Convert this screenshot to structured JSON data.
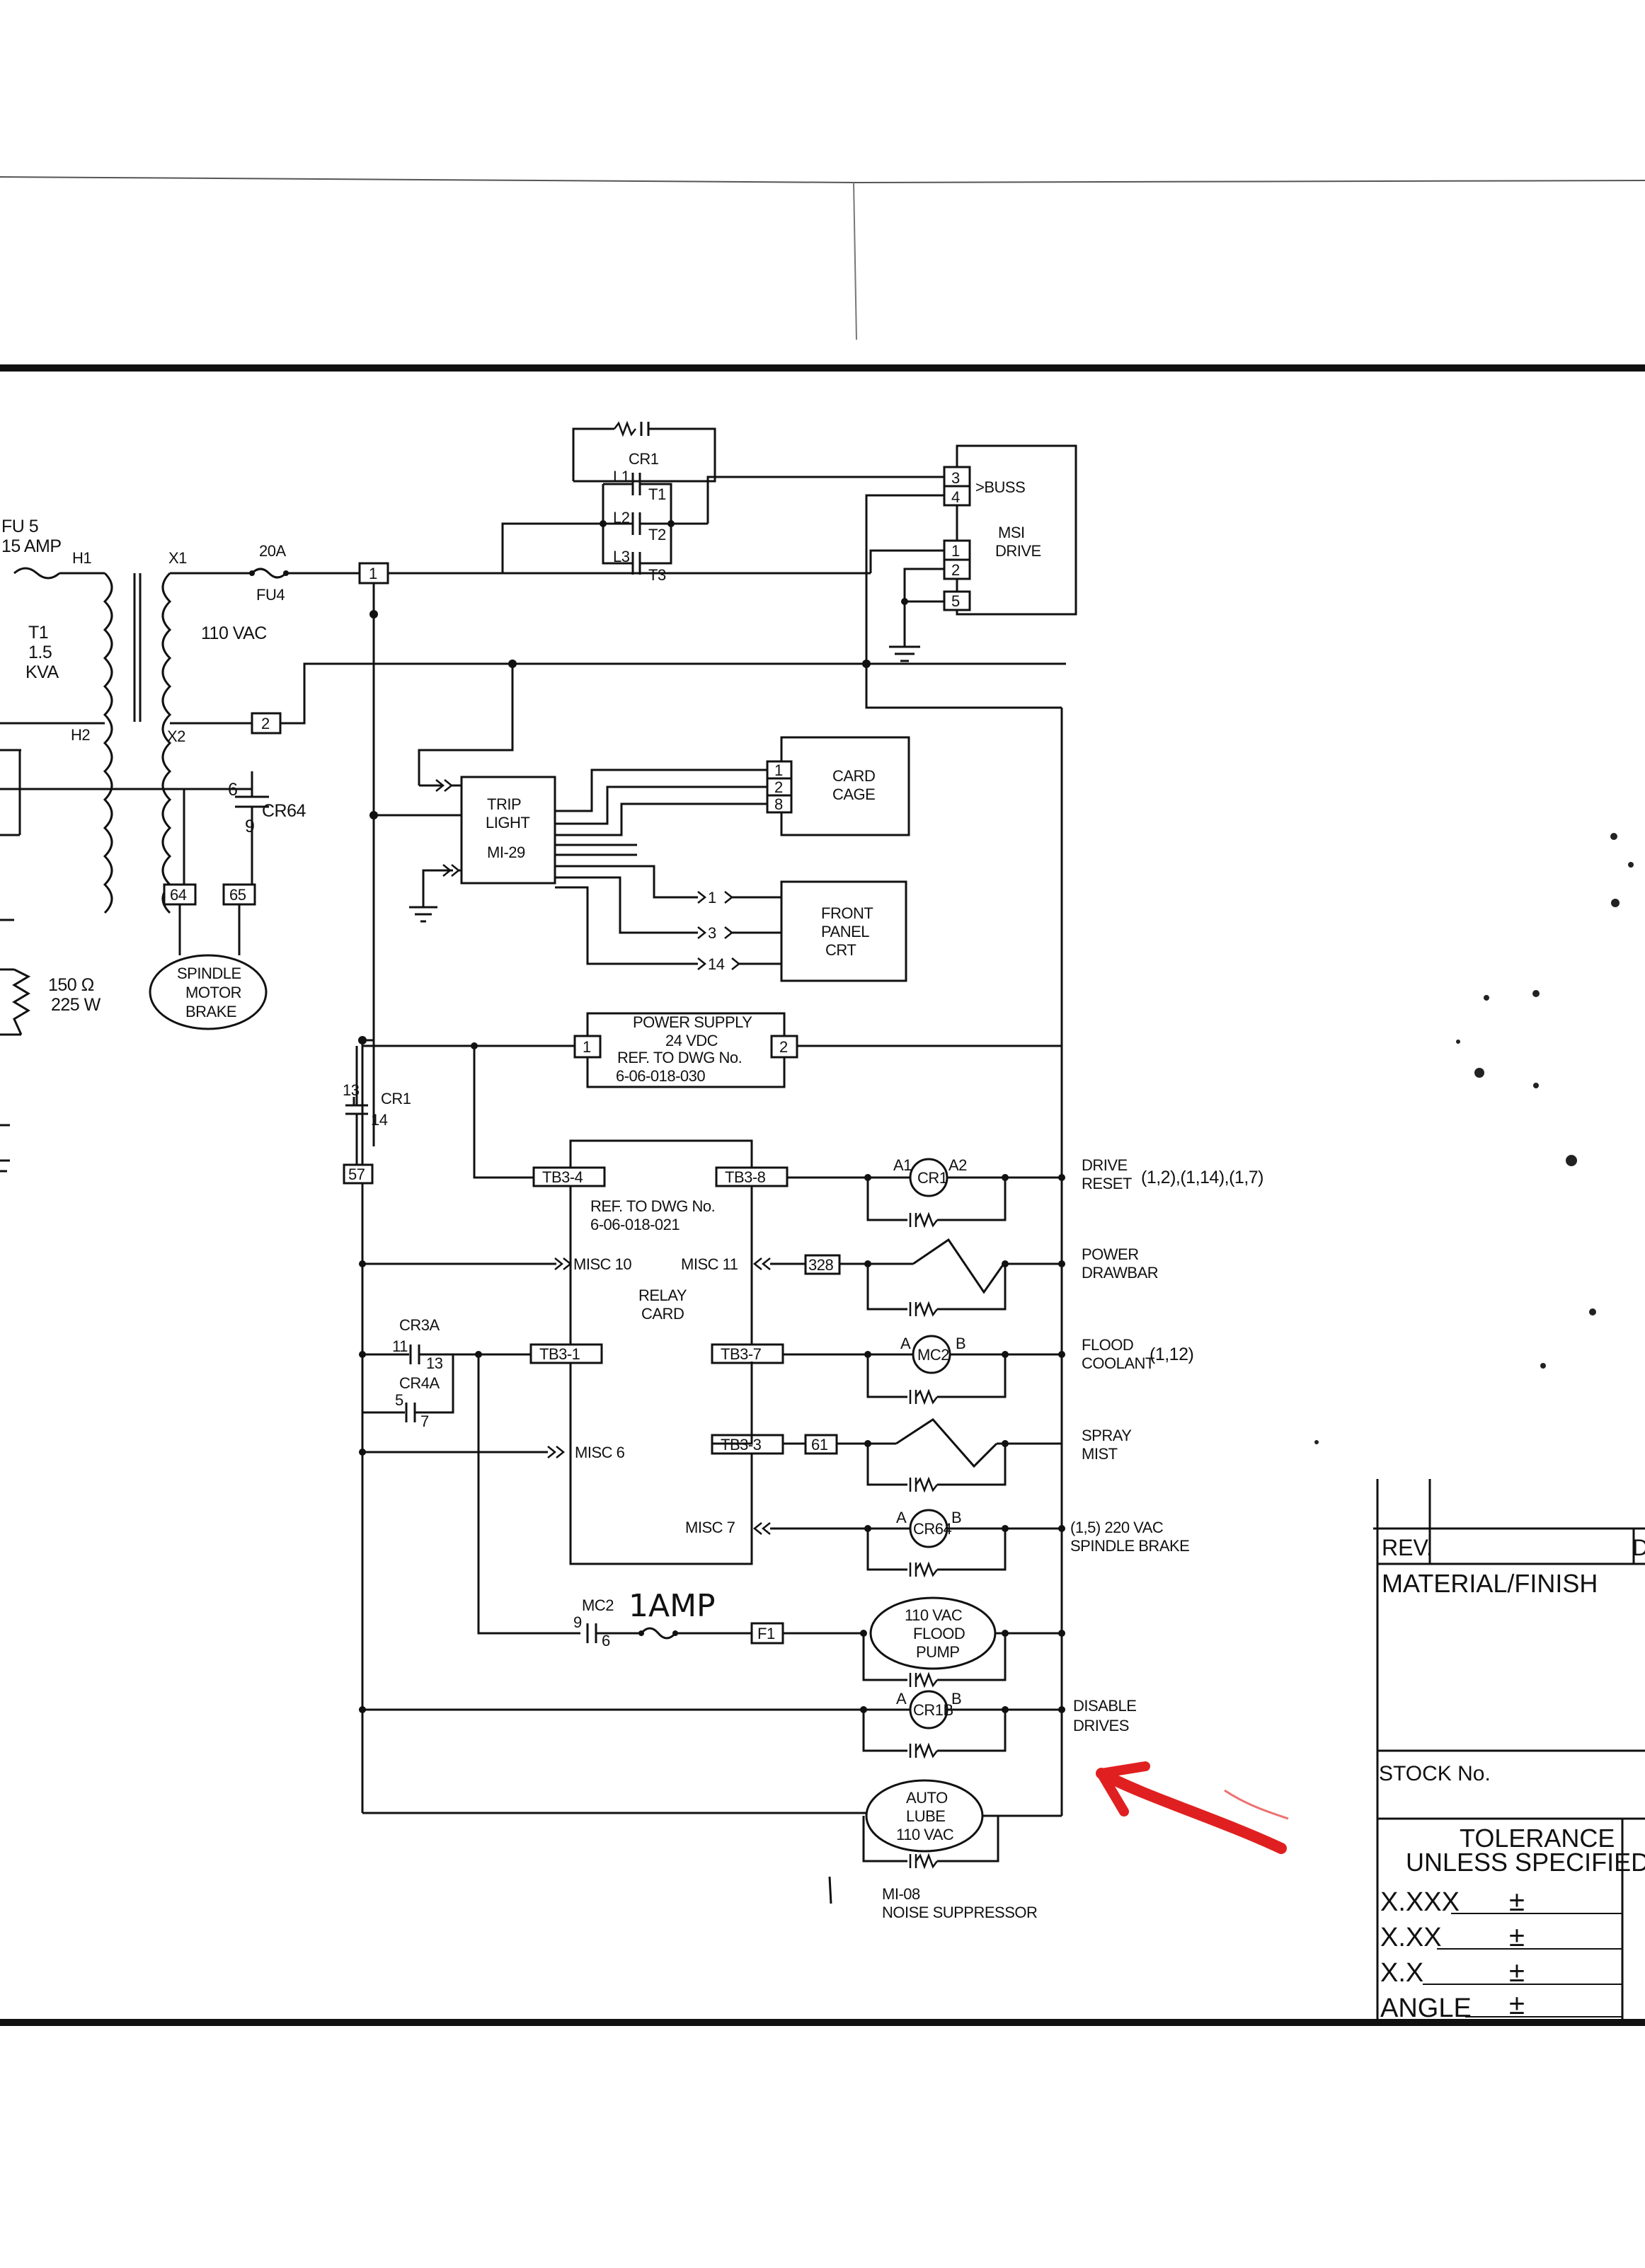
{
  "transformer": {
    "fuse_fu5": "FU 5",
    "fuse_fu5_rating": "15 AMP",
    "h1": "H1",
    "h2": "H2",
    "x1": "X1",
    "x2": "X2",
    "name": "T1",
    "rating_1": "1.5",
    "rating_2": "KVA",
    "secondary_voltage": "110 VAC"
  },
  "fuse_fu4": {
    "rating": "20A",
    "name": "FU4"
  },
  "terminals": {
    "t1": "1",
    "t2": "2",
    "t64": "64",
    "t65": "65",
    "t57": "57",
    "t328": "328",
    "t61": "61",
    "tf1": "F1",
    "ps1": "1",
    "ps2": "2"
  },
  "cr1_contacts": {
    "name": "CR1",
    "l1": "L1",
    "l2": "L2",
    "l3": "L3",
    "t1": "T1",
    "t2": "T2",
    "t3": "T3"
  },
  "msi_drive": {
    "title_1": "MSI",
    "title_2": "DRIVE",
    "buss": ">BUSS",
    "p3": "3",
    "p4": "4",
    "p1": "1",
    "p2": "2",
    "p5": "5"
  },
  "cr64": {
    "num_top": "6",
    "num_bot": "9",
    "name": "CR64"
  },
  "spindle_motor_brake": {
    "line_1": "SPINDLE",
    "line_2": "MOTOR",
    "line_3": "BRAKE"
  },
  "resistor": {
    "value": "150 Ω",
    "power": "225 W"
  },
  "trip_light": {
    "line_1": "TRIP",
    "line_2": "LIGHT",
    "line_3": "MI-29"
  },
  "card_cage": {
    "line_1": "CARD",
    "line_2": "CAGE",
    "p1": "1",
    "p2": "2",
    "p8": "8"
  },
  "front_panel": {
    "line_1": "FRONT",
    "line_2": "PANEL",
    "line_3": "CRT",
    "arrow_1": "1",
    "arrow_3": "3",
    "arrow_14": "14"
  },
  "power_supply": {
    "line_1": "POWER SUPPLY",
    "line_2": "24 VDC",
    "line_3": "REF. TO DWG No.",
    "line_4": "6-06-018-030"
  },
  "cr1_contact_13_14": {
    "num_top": "13",
    "name": "CR1",
    "num_bot": "14"
  },
  "relay_card": {
    "tb3_4": "TB3-4",
    "tb3_8": "TB3-8",
    "ref_1": "REF. TO DWG No.",
    "ref_2": "6-06-018-021",
    "misc10": "MISC 10",
    "misc11": "MISC 11",
    "name_1": "RELAY",
    "name_2": "CARD",
    "tb3_1": "TB3-1",
    "tb3_7": "TB3-7",
    "tb3_3": "TB3-3",
    "misc6": "MISC 6",
    "misc7": "MISC 7"
  },
  "cr3a": {
    "name": "CR3A",
    "a": "11",
    "b": "13"
  },
  "cr4a": {
    "name": "CR4A",
    "a": "5",
    "b": "7"
  },
  "loads": {
    "cr1_coil": {
      "a": "A1",
      "name": "CR1",
      "b": "A2",
      "label_1": "DRIVE",
      "label_2": "RESET",
      "refs": "(1,2),(1,14),(1,7)"
    },
    "drawbar": {
      "label_1": "POWER",
      "label_2": "DRAWBAR"
    },
    "mc2_coil": {
      "a": "A",
      "name": "MC2",
      "b": "B",
      "label_1": "FLOOD",
      "label_2": "COOLANT",
      "refs": "(1,12)"
    },
    "spray": {
      "label_1": "SPRAY",
      "label_2": "MIST"
    },
    "cr64_coil": {
      "a": "A",
      "name": "CR64",
      "b": "B",
      "label_1": "(1,5) 220 VAC",
      "label_2": "SPINDLE BRAKE"
    },
    "flood_pump": {
      "line_1": "110 VAC",
      "line_2": "FLOOD",
      "line_3": "PUMP",
      "contact_name": "MC2",
      "contact_a": "9",
      "contact_b": "6",
      "fuse_note": "1AMP"
    },
    "cr1b_coil": {
      "a": "A",
      "name": "CR1B",
      "b": "B",
      "label_1": "DISABLE",
      "label_2": "DRIVES"
    },
    "auto_lube": {
      "line_1": "AUTO",
      "line_2": "LUBE",
      "line_3": "110 VAC",
      "sub_1": "MI-08",
      "sub_2": "NOISE SUPPRESSOR"
    }
  },
  "title_block": {
    "rev": "REV.",
    "rev_next": "D",
    "material": "MATERIAL/FINISH",
    "stock": "STOCK No.",
    "tol_1": "TOLERANCE",
    "tol_2": "UNLESS SPECIFIED",
    "xxx": "X.XXX",
    "xx": "X.XX",
    "x": "X.X",
    "angle": "ANGLE",
    "pm": "±"
  },
  "colors": {
    "ink": "#111111",
    "annotation": "#e02020",
    "paper": "#ffffff"
  }
}
